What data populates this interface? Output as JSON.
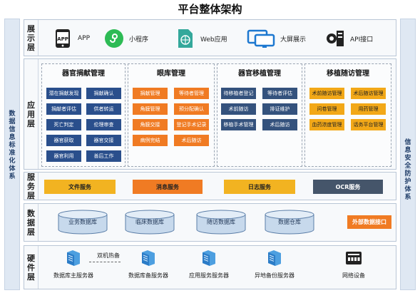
{
  "title": "平台整体架构",
  "left_bar": "数据信息标准化体系",
  "right_bar": "信息安全防护体系",
  "display_layer": {
    "label": "展示层",
    "apps": [
      {
        "icon": "app-phone-icon",
        "label": "APP"
      },
      {
        "icon": "mini-program-icon",
        "label": "小程序"
      },
      {
        "icon": "web-globe-icon",
        "label": "Web应用"
      },
      {
        "icon": "monitor-icon",
        "label": "大屏展示"
      },
      {
        "icon": "api-server-icon",
        "label": "API接口"
      }
    ]
  },
  "application_layer": {
    "label": "应用层",
    "groups": [
      {
        "title": "器官捐献管理",
        "color": "blue",
        "cells": [
          "潜在捐献发现",
          "捐献确认",
          "捐献者评估",
          "供者转运",
          "死亡判定",
          "伦理审查",
          "器官获取",
          "器官交接",
          "器官利用",
          "善后工作"
        ]
      },
      {
        "title": "眼库管理",
        "color": "orange",
        "cells": [
          "捐献管理",
          "等待者管理",
          "角膜管理",
          "预分配确认",
          "角膜交接",
          "登记手术记录",
          "病例完结",
          "术后随访"
        ]
      },
      {
        "title": "器官移植管理",
        "color": "slate",
        "cells": [
          "待移植者登记",
          "等待者评估",
          "术前随访",
          "排证维护",
          "移植手术管理",
          "术后随访"
        ]
      },
      {
        "title": "移植随访管理",
        "color": "yellow",
        "cells": [
          "术前随访管理",
          "术后随访管理",
          "问卷管理",
          "用药管理",
          "血药浓度管理",
          "话务平台管理"
        ]
      }
    ]
  },
  "service_layer": {
    "label": "服务层",
    "services": [
      "文件服务",
      "消息服务",
      "日志服务",
      "OCR服务"
    ]
  },
  "data_layer": {
    "label": "数据层",
    "stores": [
      "业务数据库",
      "临床数据库",
      "随访数据库",
      "数据仓库"
    ],
    "external": "外部数据接口"
  },
  "hardware_layer": {
    "label": "硬件层",
    "hot_standby": "双机热备",
    "devices": [
      {
        "icon": "server-icon",
        "label": "数据库主服务器"
      },
      {
        "icon": "server-icon",
        "label": "数据库备服务器"
      },
      {
        "icon": "server-icon",
        "label": "应用服务服务器"
      },
      {
        "icon": "server-icon",
        "label": "异地备份服务器"
      },
      {
        "icon": "network-device-icon",
        "label": "网络设备"
      }
    ]
  }
}
